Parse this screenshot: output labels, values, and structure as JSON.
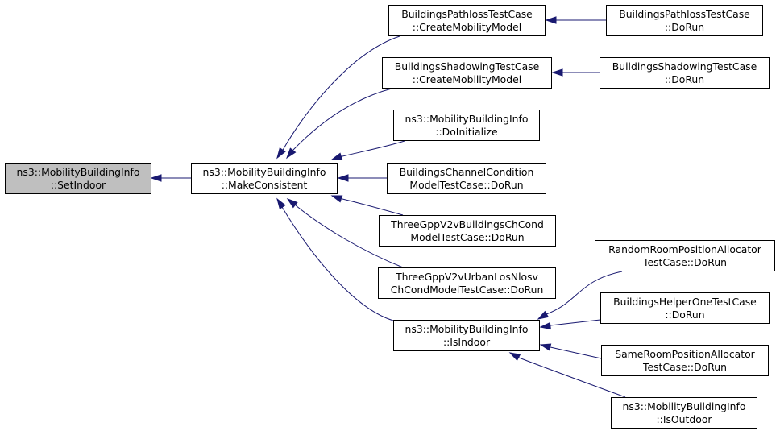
{
  "nodes": [
    {
      "id": "set_indoor",
      "name": "node-mobilitybuildinginfo-setindoor",
      "focus": true,
      "lines": [
        "ns3::MobilityBuildingInfo",
        "::SetIndoor"
      ]
    },
    {
      "id": "make_consistent",
      "name": "node-mobilitybuildinginfo-makeconsistent",
      "lines": [
        "ns3::MobilityBuildingInfo",
        "::MakeConsistent"
      ]
    },
    {
      "id": "pathloss_cmm",
      "name": "node-buildingspathlosstestcase-createmobilitymodel",
      "lines": [
        "BuildingsPathlossTestCase",
        "::CreateMobilityModel"
      ]
    },
    {
      "id": "shadowing_cmm",
      "name": "node-buildingsshadowingtestcase-createmobilitymodel",
      "lines": [
        "BuildingsShadowingTestCase",
        "::CreateMobilityModel"
      ]
    },
    {
      "id": "do_initialize",
      "name": "node-mobilitybuildinginfo-doinitialize",
      "lines": [
        "ns3::MobilityBuildingInfo",
        "::DoInitialize"
      ]
    },
    {
      "id": "channel_condition",
      "name": "node-buildingschannelcondition-doron",
      "lines": [
        "BuildingsChannelCondition",
        "ModelTestCase::DoRun"
      ]
    },
    {
      "id": "v2v_buildings",
      "name": "node-threegppv2vbuildingschcond-dorun",
      "lines": [
        "ThreeGppV2vBuildingsChCond",
        "ModelTestCase::DoRun"
      ]
    },
    {
      "id": "v2v_urban",
      "name": "node-threegppv2vurbanlosnlosv-dorun",
      "lines": [
        "ThreeGppV2vUrbanLosNlosv",
        "ChCondModelTestCase::DoRun"
      ]
    },
    {
      "id": "is_indoor",
      "name": "node-mobilitybuildinginfo-isindoor",
      "lines": [
        "ns3::MobilityBuildingInfo",
        "::IsIndoor"
      ]
    },
    {
      "id": "pathloss_dorun",
      "name": "node-buildingspathlosstestcase-dorun",
      "lines": [
        "BuildingsPathlossTestCase",
        "::DoRun"
      ]
    },
    {
      "id": "shadowing_dorun",
      "name": "node-buildingsshadowingtestcase-dorun",
      "lines": [
        "BuildingsShadowingTestCase",
        "::DoRun"
      ]
    },
    {
      "id": "random_room",
      "name": "node-randomroompositionallocator-dorun",
      "lines": [
        "RandomRoomPositionAllocator",
        "TestCase::DoRun"
      ]
    },
    {
      "id": "helper_one",
      "name": "node-buildingshelperonetestcase-dorun",
      "lines": [
        "BuildingsHelperOneTestCase",
        "::DoRun"
      ]
    },
    {
      "id": "same_room",
      "name": "node-sameroompositionallocator-dorun",
      "lines": [
        "SameRoomPositionAllocator",
        "TestCase::DoRun"
      ]
    },
    {
      "id": "is_outdoor",
      "name": "node-mobilitybuildinginfo-isoutdoor",
      "lines": [
        "ns3::MobilityBuildingInfo",
        "::IsOutdoor"
      ]
    }
  ],
  "edges": [
    {
      "from": "make_consistent",
      "to": "set_indoor"
    },
    {
      "from": "pathloss_cmm",
      "to": "make_consistent"
    },
    {
      "from": "shadowing_cmm",
      "to": "make_consistent"
    },
    {
      "from": "do_initialize",
      "to": "make_consistent"
    },
    {
      "from": "channel_condition",
      "to": "make_consistent"
    },
    {
      "from": "v2v_buildings",
      "to": "make_consistent"
    },
    {
      "from": "v2v_urban",
      "to": "make_consistent"
    },
    {
      "from": "is_indoor",
      "to": "make_consistent"
    },
    {
      "from": "pathloss_dorun",
      "to": "pathloss_cmm"
    },
    {
      "from": "shadowing_dorun",
      "to": "shadowing_cmm"
    },
    {
      "from": "random_room",
      "to": "is_indoor"
    },
    {
      "from": "helper_one",
      "to": "is_indoor"
    },
    {
      "from": "same_room",
      "to": "is_indoor"
    },
    {
      "from": "is_outdoor",
      "to": "is_indoor"
    }
  ],
  "colors": {
    "edge": "#191970",
    "focus_fill": "#bfbfbf",
    "node_fill": "#ffffff",
    "node_border": "#000000"
  }
}
